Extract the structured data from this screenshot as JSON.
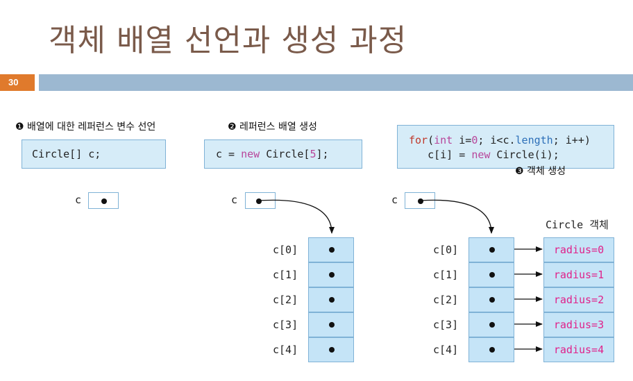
{
  "slide": {
    "title": "객체 배열 선언과 생성 과정",
    "number": "30"
  },
  "steps": {
    "step1": "❶ 배열에 대한 레퍼런스 변수 선언",
    "step2": "❷ 레퍼런스 배열 생성",
    "step3": "❸ 객체 생성"
  },
  "code": {
    "decl": "Circle[] c;",
    "create_prefix": "c = ",
    "create_new": "new",
    "create_mid": " Circle[",
    "create_num": "5",
    "create_end": "];",
    "loop_for": "for",
    "loop_open": "(",
    "loop_int": "int",
    "loop_i": " i=",
    "loop_zero": "0",
    "loop_cond": "; i<c.",
    "loop_length": "length",
    "loop_rest": "; i++)",
    "body_prefix": "   c[i] = ",
    "body_new": "new",
    "body_rest": " Circle(i);"
  },
  "var_label": "c",
  "index_labels": [
    "c[0]",
    "c[1]",
    "c[2]",
    "c[3]",
    "c[4]"
  ],
  "object_header": "Circle 객체",
  "objects": [
    "radius=0",
    "radius=1",
    "radius=2",
    "radius=3",
    "radius=4"
  ],
  "colors": {
    "orange": "#e07a2c",
    "bar": "#9cb8d1",
    "box_fill": "#c5e4f7",
    "keyword": "#c0392b",
    "object_text": "#e0218a"
  }
}
